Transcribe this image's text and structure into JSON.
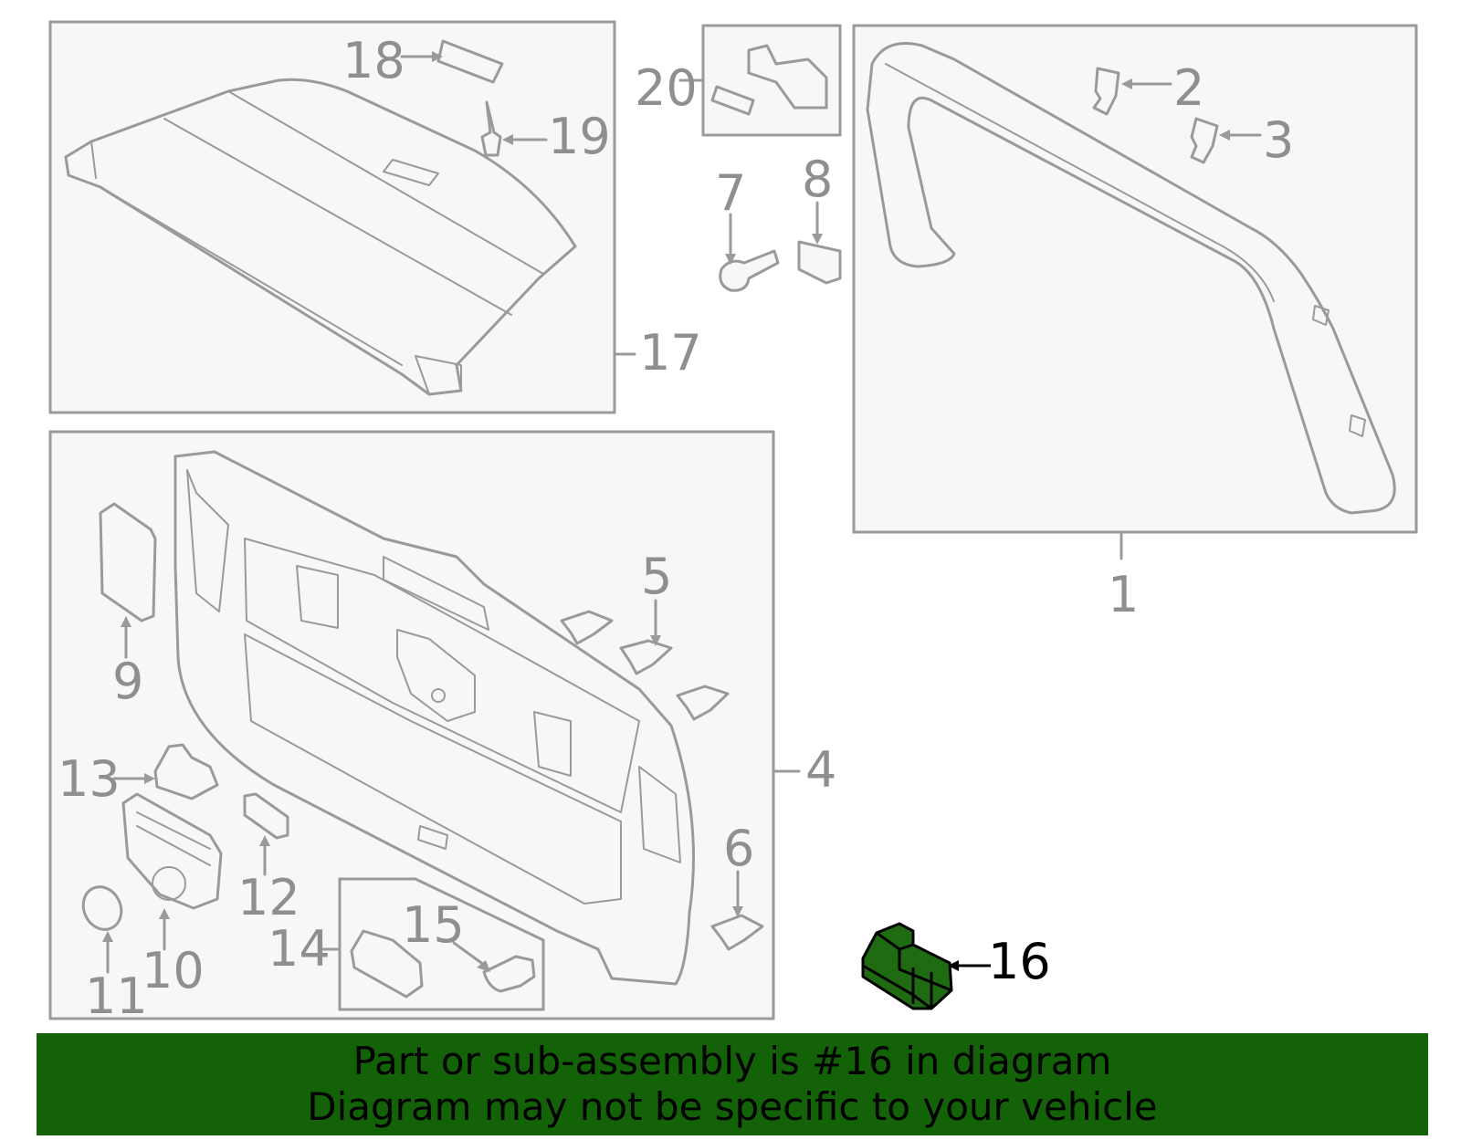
{
  "callouts": {
    "c1": "1",
    "c2": "2",
    "c3": "3",
    "c4": "4",
    "c5": "5",
    "c6": "6",
    "c7": "7",
    "c8": "8",
    "c9": "9",
    "c10": "10",
    "c11": "11",
    "c12": "12",
    "c13": "13",
    "c14": "14",
    "c15": "15",
    "c16": "16",
    "c17": "17",
    "c18": "18",
    "c19": "19",
    "c20": "20"
  },
  "highlight": {
    "part": "16",
    "color": "#1e6b12",
    "banner_color": "#136208"
  },
  "banner": {
    "line1": "Part or sub-assembly is #16 in diagram",
    "line2": "Diagram may not be specific to your vehicle"
  }
}
